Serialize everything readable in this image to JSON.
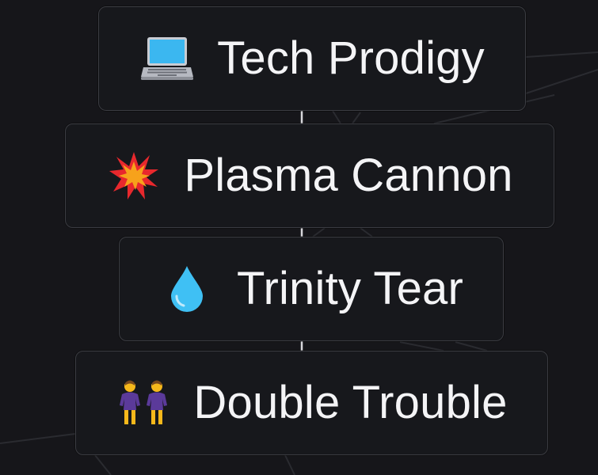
{
  "nodes": [
    {
      "icon": "laptop-icon",
      "label": "Tech Prodigy"
    },
    {
      "icon": "explosion-icon",
      "label": "Plasma Cannon"
    },
    {
      "icon": "droplet-icon",
      "label": "Trinity Tear"
    },
    {
      "icon": "two-women-icon",
      "label": "Double Trouble"
    }
  ],
  "colors": {
    "background": "#16161a",
    "card": "#17181c",
    "card_border": "#3b3c42",
    "text": "#f4f4f6",
    "connector": "#d8d8dc",
    "faint_lines": "#2a2b30"
  }
}
